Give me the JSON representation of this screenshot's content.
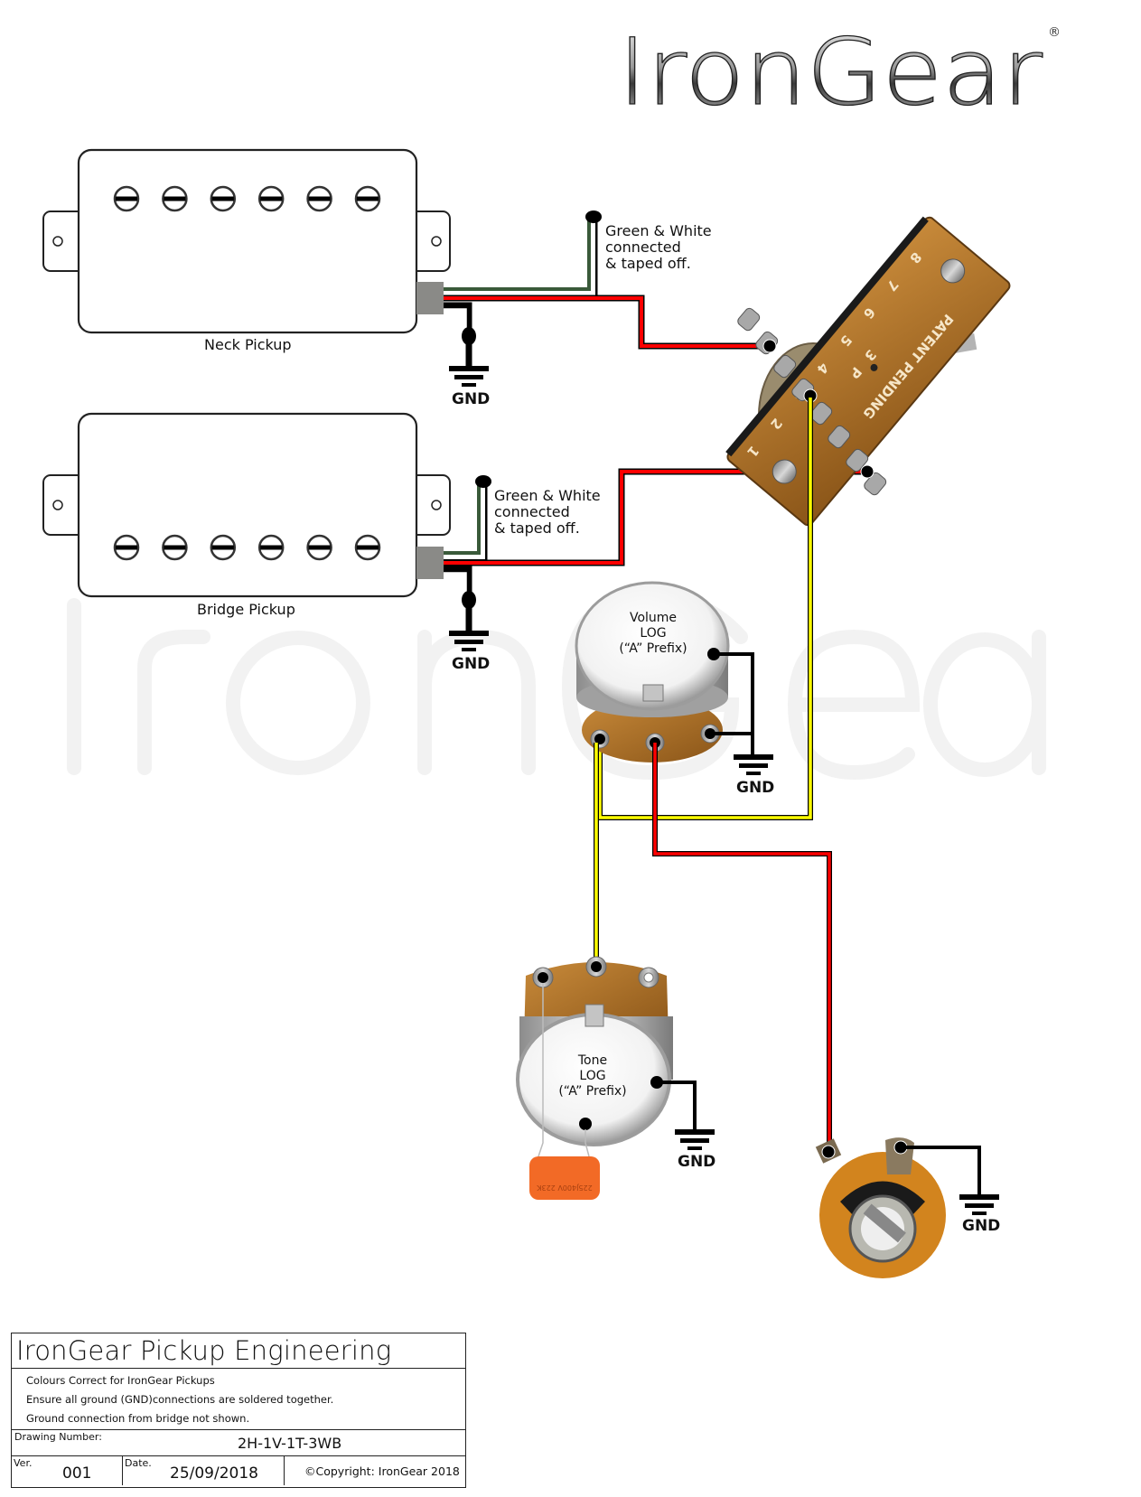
{
  "brand": {
    "logo_text": "IronGear",
    "registered_mark": "®",
    "watermark_text": "IronGear"
  },
  "pickups": {
    "neck": {
      "label": "Neck Pickup",
      "pole_count": 6
    },
    "bridge": {
      "label": "Bridge Pickup",
      "pole_count": 6
    },
    "neck_note": [
      "Green & White",
      "connected",
      "& taped off."
    ],
    "bridge_note": [
      "Green & White",
      "connected",
      "& taped off."
    ]
  },
  "switch": {
    "lug_numbers": [
      "8",
      "7",
      "6",
      "5",
      "4",
      "3",
      "2",
      "1"
    ],
    "center_marks": [
      "3",
      "P"
    ],
    "stamp": "PATENT PENDING"
  },
  "volume_pot": {
    "lines": [
      "Volume",
      "LOG",
      "(“A” Prefix)"
    ]
  },
  "tone_pot": {
    "lines": [
      "Tone",
      "LOG",
      "(“A” Prefix)"
    ]
  },
  "capacitor": {
    "marking": "225J400V 223K"
  },
  "ground_label": "GND",
  "wire_colors": {
    "hot": "#ff0000",
    "signal": "#ffff00",
    "ground": "#000000",
    "green": "#3a5a3a",
    "white": "#ffffff"
  },
  "title_block": {
    "company": "IronGear Pickup Engineering",
    "notes": [
      "Colours Correct for IronGear Pickups",
      "Ensure all ground (GND)connections are soldered together.",
      "Ground connection from bridge not shown."
    ],
    "drawing_number_label": "Drawing Number:",
    "drawing_number": "2H-1V-1T-3WB",
    "version_label": "Ver.",
    "version": "001",
    "date_label": "Date.",
    "date": "25/09/2018",
    "copyright": "©Copyright: IronGear 2018"
  }
}
